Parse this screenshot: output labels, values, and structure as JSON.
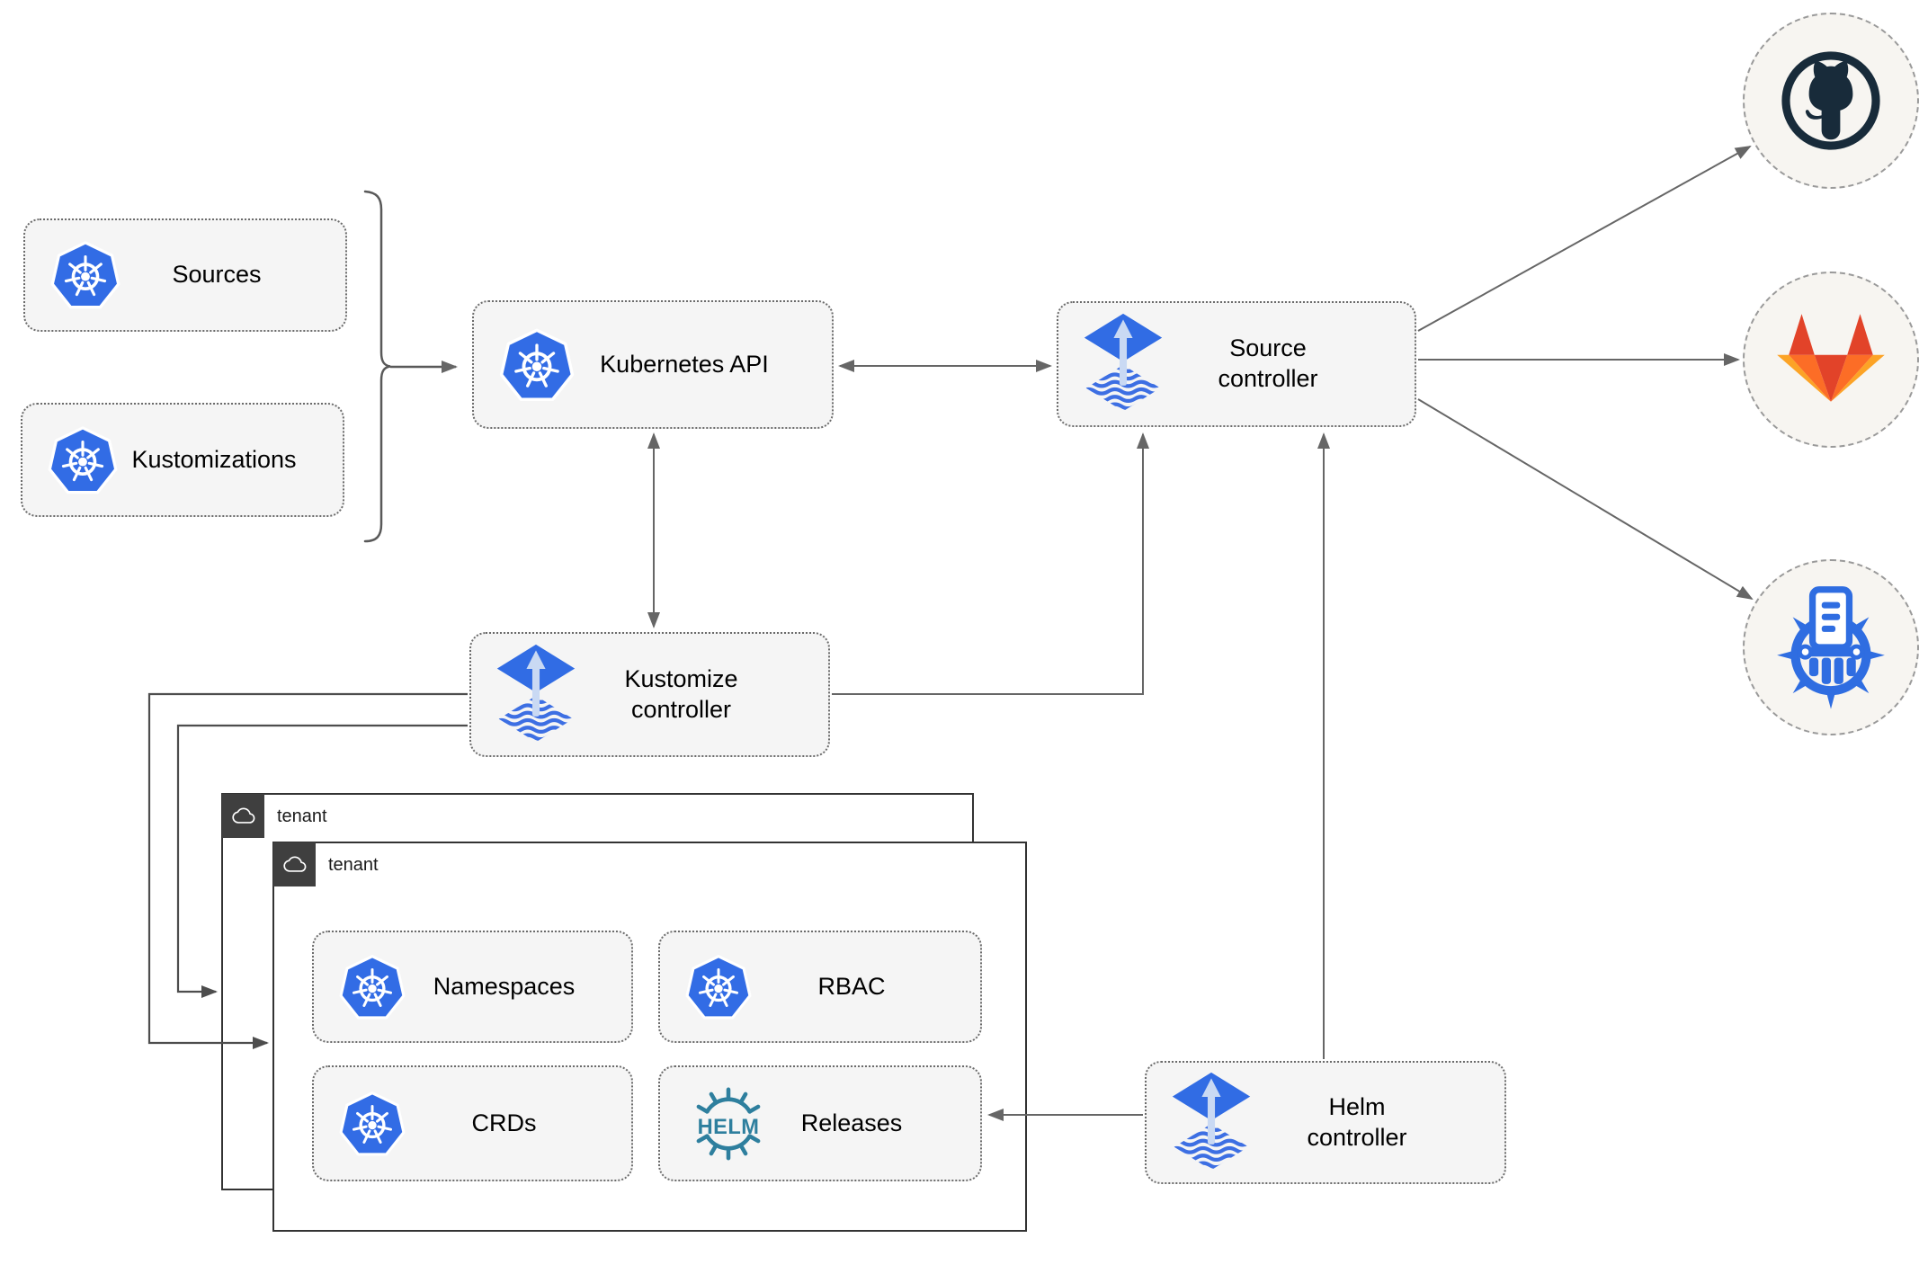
{
  "diagram": {
    "nodes": {
      "sources": {
        "label": "Sources",
        "icon": "kubernetes-icon"
      },
      "kustomizations": {
        "label": "Kustomizations",
        "icon": "kubernetes-icon"
      },
      "kubernetes_api": {
        "label": "Kubernetes API",
        "icon": "kubernetes-icon"
      },
      "source_controller": {
        "label": "Source\ncontroller",
        "icon": "flux-icon"
      },
      "kustomize_controller": {
        "label": "Kustomize\ncontroller",
        "icon": "flux-icon"
      },
      "helm_controller": {
        "label": "Helm\ncontroller",
        "icon": "flux-icon"
      },
      "tenant_back": {
        "label": "tenant",
        "icon": "cloud-icon"
      },
      "tenant_front": {
        "label": "tenant",
        "icon": "cloud-icon"
      },
      "namespaces": {
        "label": "Namespaces",
        "icon": "kubernetes-icon"
      },
      "rbac": {
        "label": "RBAC",
        "icon": "kubernetes-icon"
      },
      "crds": {
        "label": "CRDs",
        "icon": "kubernetes-icon"
      },
      "releases": {
        "label": "Releases",
        "icon": "helm-icon",
        "logo_text": "HELM"
      },
      "github": {
        "label": "",
        "icon": "github-icon"
      },
      "gitlab": {
        "label": "",
        "icon": "gitlab-icon"
      },
      "harbor": {
        "label": "",
        "icon": "harbor-registry-icon"
      }
    },
    "edges": [
      {
        "from": "sources+kustomizations-bracket",
        "to": "kubernetes_api",
        "type": "arrow"
      },
      {
        "from": "kubernetes_api",
        "to": "source_controller",
        "type": "bidirectional"
      },
      {
        "from": "kubernetes_api",
        "to": "kustomize_controller",
        "type": "bidirectional"
      },
      {
        "from": "kustomize_controller",
        "to": "source_controller",
        "type": "arrow"
      },
      {
        "from": "helm_controller",
        "to": "source_controller",
        "type": "arrow"
      },
      {
        "from": "source_controller",
        "to": "github",
        "type": "arrow"
      },
      {
        "from": "source_controller",
        "to": "gitlab",
        "type": "arrow"
      },
      {
        "from": "source_controller",
        "to": "harbor",
        "type": "arrow"
      },
      {
        "from": "kustomize_controller",
        "to": "tenant_back",
        "type": "arrow"
      },
      {
        "from": "kustomize_controller",
        "to": "tenant_front",
        "type": "arrow"
      },
      {
        "from": "helm_controller",
        "to": "releases",
        "type": "arrow"
      }
    ],
    "colors": {
      "kubernetes_blue": "#326CE5",
      "flux_blue": "#316CE4",
      "flux_arrow_light": "#C9D9F3",
      "github_dark": "#182B3A",
      "gitlab_red": "#E24329",
      "gitlab_orange": "#FC6D26",
      "gitlab_amber": "#FCA326",
      "harbor_blue": "#2F6DE1",
      "helm_teal": "#2E7F9E",
      "node_fill": "#F5F5F5",
      "edge_gray": "#666666",
      "tenant_border": "#333333",
      "provider_circle_fill": "#F7F5F1"
    }
  }
}
